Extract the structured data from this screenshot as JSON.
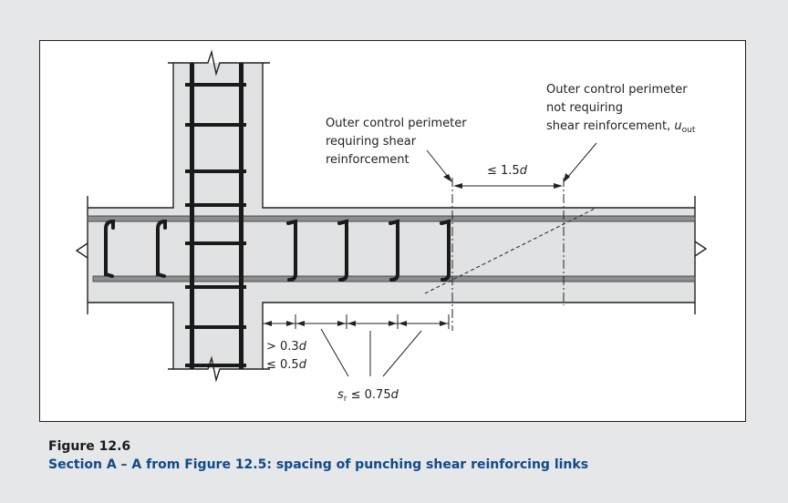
{
  "labels": {
    "outer_req_1": "Outer control perimeter",
    "outer_req_2": "requiring shear",
    "outer_req_3": "reinforcement",
    "outer_not_1": "Outer control perimeter",
    "outer_not_2": "not requiring",
    "outer_not_3": "shear reinforcement, ",
    "u_symbol": "u",
    "u_sub": "out",
    "dim_15_prefix": "≤ 1.5",
    "dim_03_prefix": "> 0.3",
    "dim_05_prefix": "≤ 0.5",
    "sr_symbol": "s",
    "sr_sub": "r",
    "sr_rest": "≤ 0.75",
    "d_symbol": "d"
  },
  "caption": {
    "figure_number": "Figure 12.6",
    "title": "Section A – A from Figure 12.5: spacing of punching shear reinforcing links"
  },
  "colors": {
    "background": "#e6e7e8",
    "concrete": "#e0e2e3",
    "rebar": "#1a1a1a",
    "bar_grey": "#8c8f91",
    "caption_blue": "#0f4a8a"
  }
}
